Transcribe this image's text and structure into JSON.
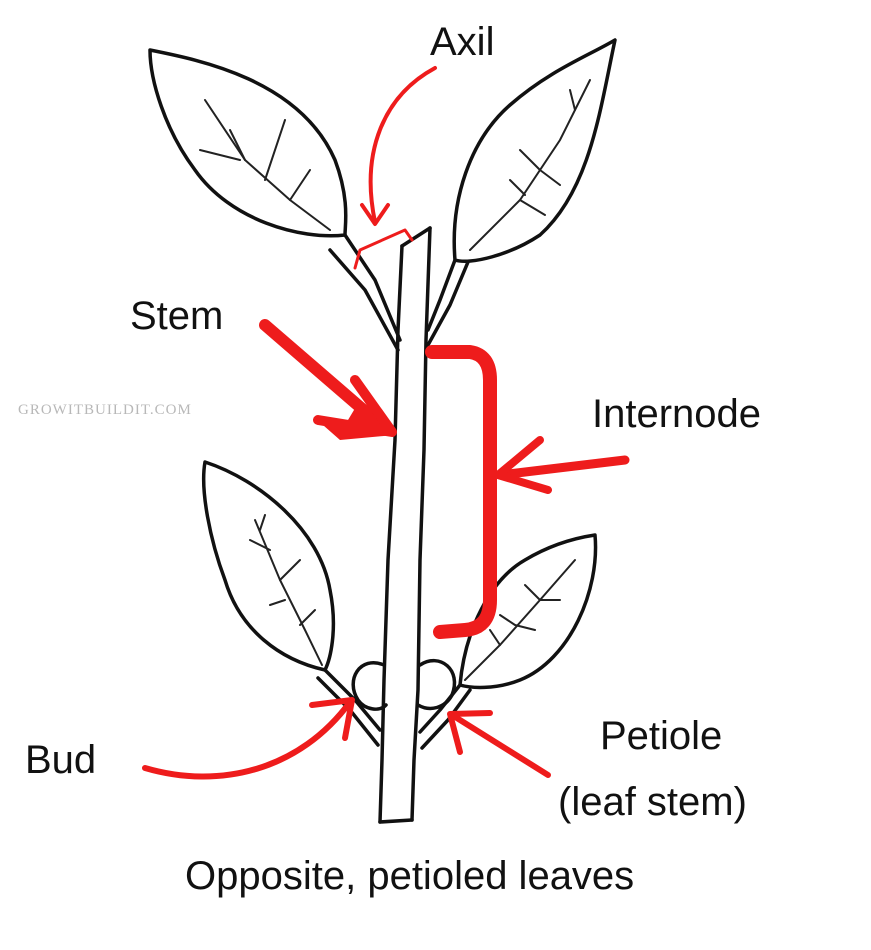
{
  "labels": {
    "axil": "Axil",
    "stem": "Stem",
    "internode": "Internode",
    "bud": "Bud",
    "petiole": "Petiole",
    "petiole_sub": "(leaf stem)"
  },
  "caption": "Opposite, petioled leaves",
  "watermark": "GROWITBUILDIT.COM",
  "colors": {
    "annotation": "#ee1c1c",
    "ink": "#111111"
  }
}
